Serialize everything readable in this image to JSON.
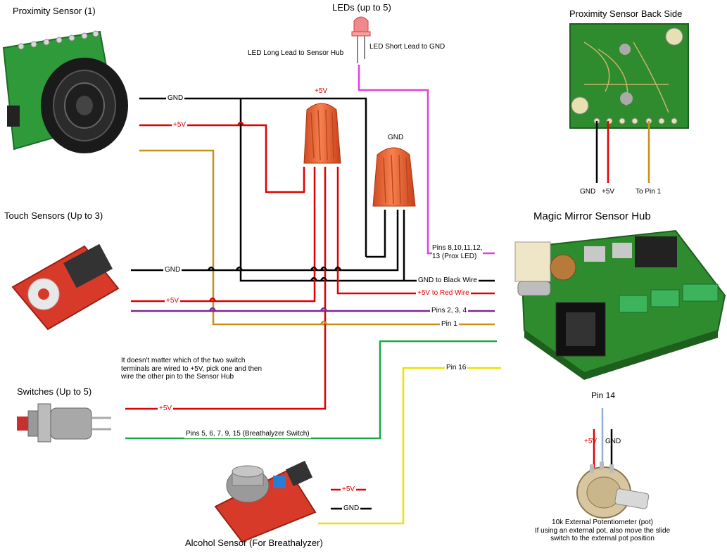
{
  "titles": {
    "proximity_sensor": "Proximity Sensor (1)",
    "leds": "LEDs (up to 5)",
    "proximity_back": "Proximity Sensor Back Side",
    "touch_sensors": "Touch Sensors (Up to 3)",
    "sensor_hub": "Magic Mirror Sensor Hub",
    "switches": "Switches (Up to 5)",
    "alcohol_sensor": "Alcohol Sensor (For Breathalyzer)"
  },
  "led": {
    "long_lead": "LED Long Lead to Sensor Hub",
    "short_lead": "LED Short Lead to GND"
  },
  "wire_nuts": {
    "plus5": "+5V",
    "gnd": "GND"
  },
  "prox_back_pins": {
    "gnd": "GND",
    "plus5": "+5V",
    "to_pin1": "To Pin 1"
  },
  "wires": {
    "prox_gnd": "GND",
    "prox_5v": "+5V",
    "touch_gnd": "GND",
    "touch_5v": "+5V",
    "switch_5v": "+5V",
    "switch_pins": "Pins 5, 6, 7, 9, 15 (Breathalyzer Switch)",
    "alcohol_5v": "+5V",
    "alcohol_gnd": "GND"
  },
  "hub_labels": {
    "prox_led_pins": "Pins 8,10,11,12,\n13 (Prox LED)",
    "gnd_black": "GND to Black Wire",
    "plus5_red": "+5V to Red Wire",
    "pins_234": "Pins 2, 3, 4",
    "pin1": "Pin 1",
    "pin16": "Pin 16"
  },
  "switch_note": "It doesn't matter which of the two switch\nterminals are wired to +5V, pick one and then\nwire the other pin to the Sensor Hub",
  "pot": {
    "pin14": "Pin 14",
    "plus5": "+5V",
    "gnd": "GND",
    "caption": "10k External Potentiometer (pot)\nIf using an external pot, also move the slide\nswitch to the external pot position"
  },
  "colors": {
    "black_wire": "#000000",
    "red_wire": "#e00000",
    "purple_wire": "#7b2a8e",
    "orange_wire": "#c8901a",
    "green_wire": "#18a848",
    "yellow_wire": "#f0e000",
    "magenta_wire": "#e040e0",
    "blue_wire": "#8fb0d8",
    "pcb_green": "#2e8b2e",
    "pcb_red": "#c8281e",
    "wire_nut": "#e8643a"
  }
}
